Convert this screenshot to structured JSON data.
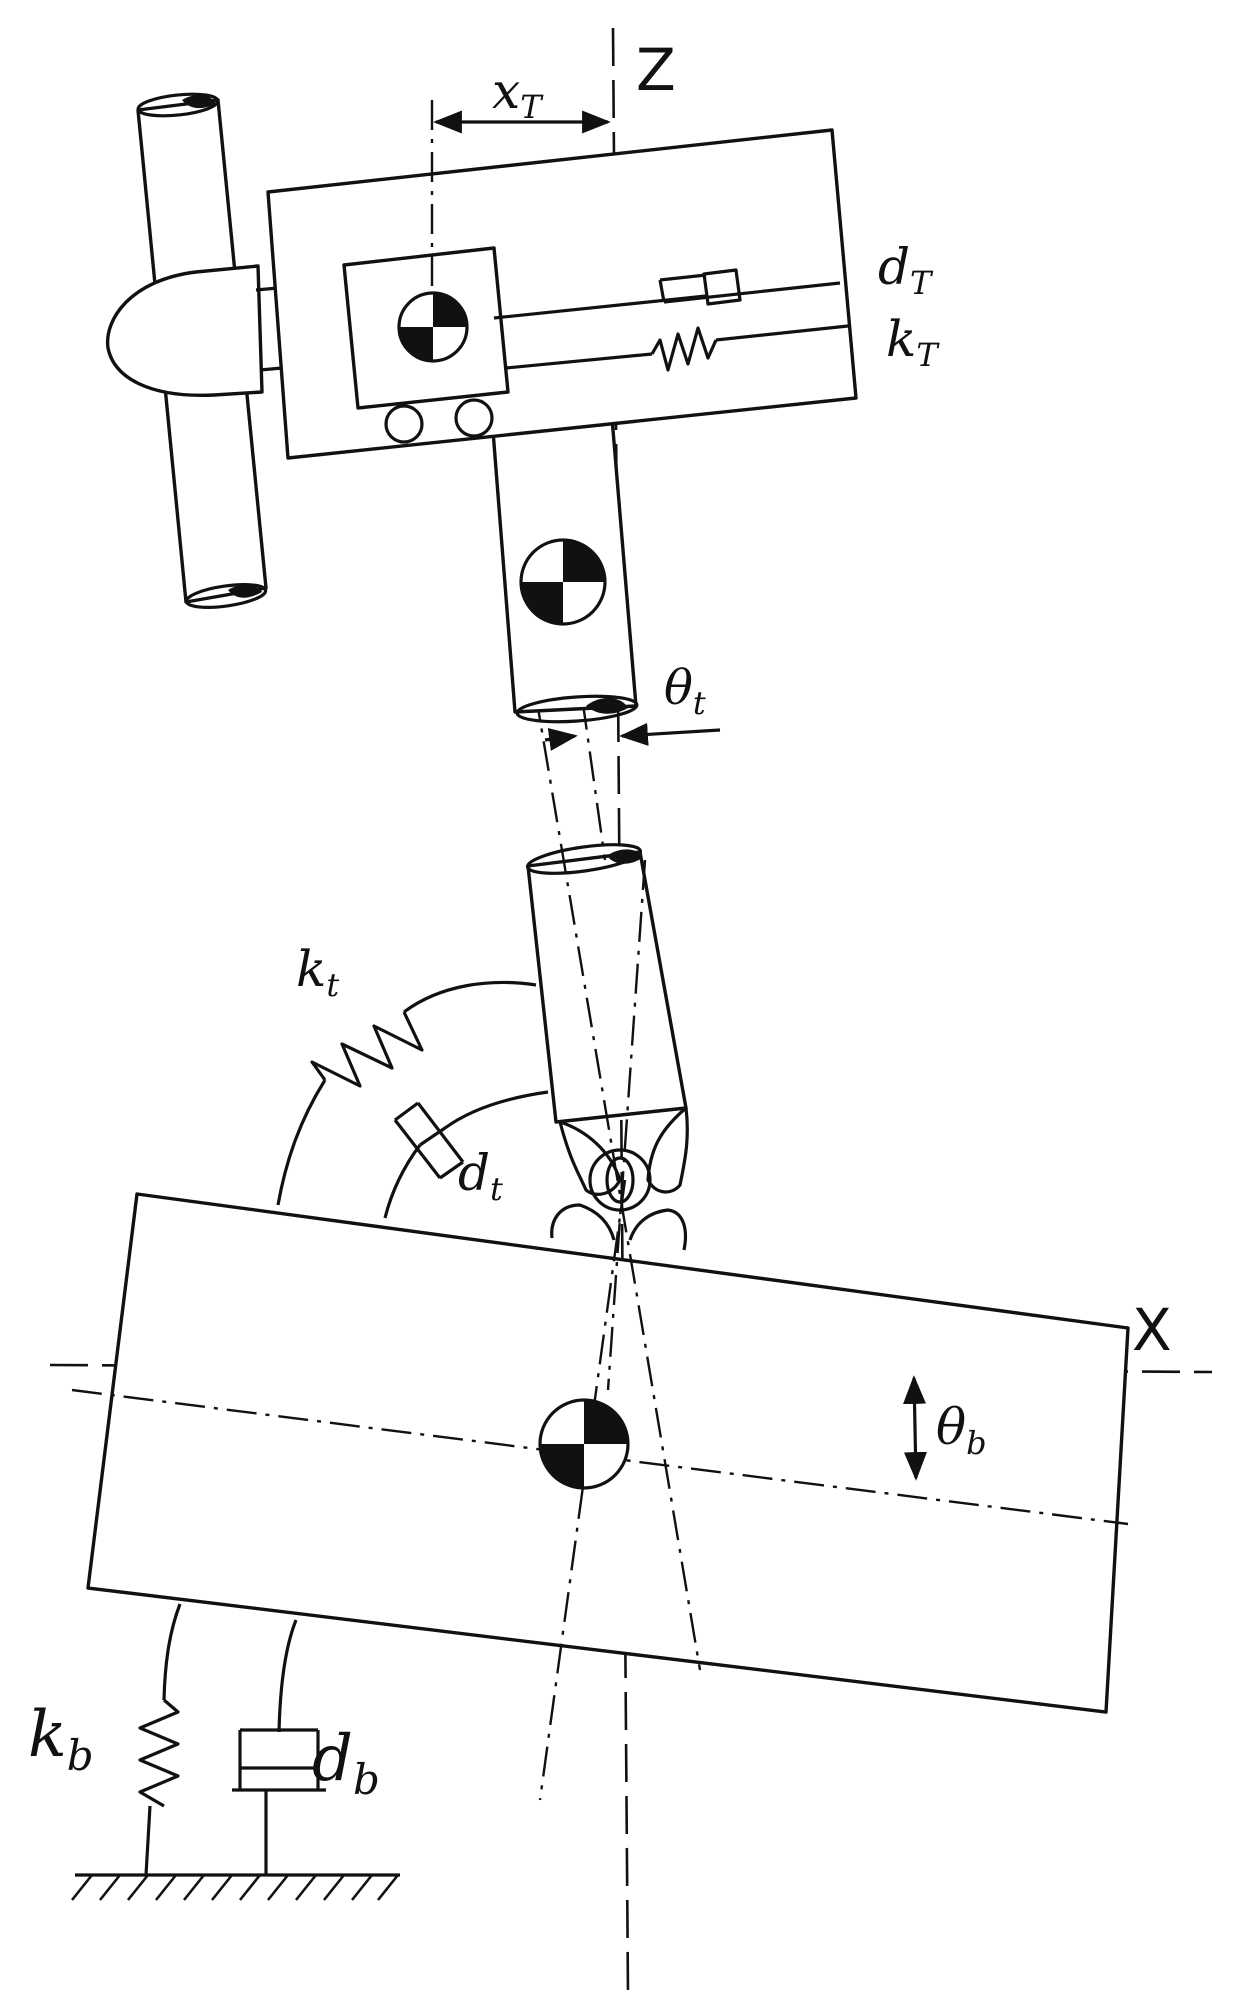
{
  "labels": {
    "z_axis": "Z",
    "x_axis": "X",
    "x_T": "x",
    "x_T_sub": "T",
    "d_T": "d",
    "d_T_sub": "T",
    "k_T": "k",
    "k_T_sub": "T",
    "theta_t": "θ",
    "theta_t_sub": "t",
    "k_t": "k",
    "k_t_sub": "t",
    "d_t": "d",
    "d_t_sub": "t",
    "theta_b": "θ",
    "theta_b_sub": "b",
    "k_b": "k",
    "k_b_sub": "b",
    "d_b": "d",
    "d_b_sub": "b"
  },
  "colors": {
    "ink": "#111111",
    "background": "#ffffff"
  }
}
